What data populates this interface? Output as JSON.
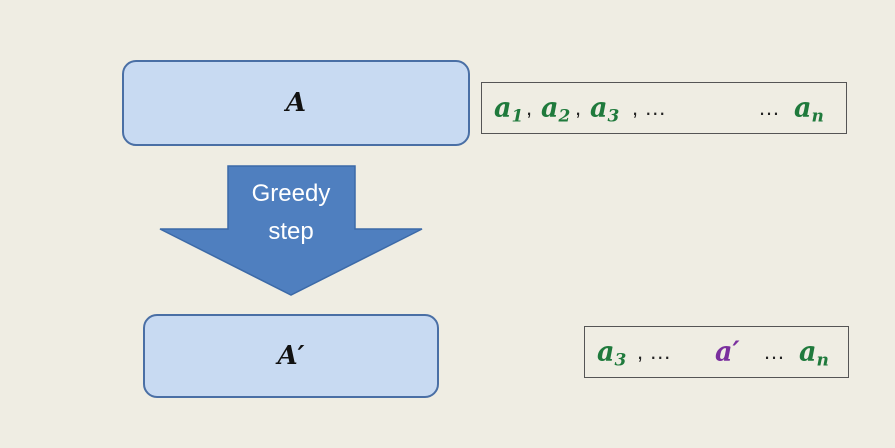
{
  "top_box": {
    "label": "A"
  },
  "bottom_box": {
    "label": "A′"
  },
  "arrow": {
    "line1": "Greedy",
    "line2": "step"
  },
  "top_sequence": {
    "t1": "a",
    "t1_sub": "1",
    "sep1": ",",
    "t2": "a",
    "t2_sub": "2",
    "sep2": ",",
    "t3": "a",
    "t3_sub": "3",
    "ellipsis1": ", …",
    "ellipsis2": "…",
    "tn": "a",
    "tn_sub": "n"
  },
  "bottom_sequence": {
    "t3": "a",
    "t3_sub": "3",
    "ellipsis1": ", …",
    "aprime": "a′",
    "ellipsis2": "…",
    "tn": "a",
    "tn_sub": "n"
  },
  "colors": {
    "background": "#efede3",
    "box_fill": "#c8daf2",
    "box_border": "#4a6fa5",
    "arrow_fill": "#4f7fbf",
    "sequence_green": "#1f7a3c",
    "accent_purple": "#7a2f9e"
  }
}
